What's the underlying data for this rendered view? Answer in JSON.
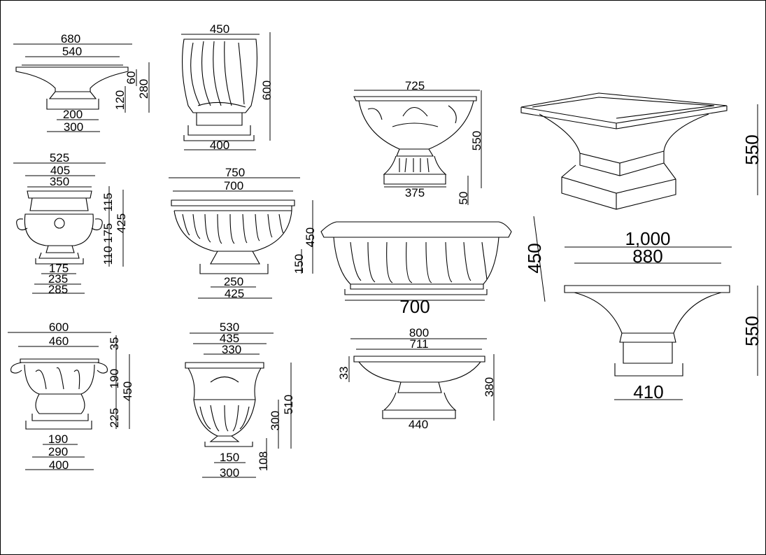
{
  "drawing": {
    "urn_shallow_bowl": {
      "w_outer": "680",
      "w_inner": "540",
      "base_w": "200",
      "foot_w": "300",
      "h_base": "120",
      "h_lip": "60",
      "h_total": "280"
    },
    "urn_acanthus_tall": {
      "w_top": "450",
      "w_base": "400",
      "h_total": "600"
    },
    "urn_footed_acanthus": {
      "w_top": "725",
      "w_base": "375",
      "h_total": "550",
      "h_plinth": "50"
    },
    "planter_square": {
      "h_total": "550"
    },
    "urn_handled": {
      "w_outer": "525",
      "w_mid": "405",
      "w_rim": "350",
      "h_top": "115",
      "h_mid": "175",
      "h_base": "110",
      "h_total": "425",
      "w_stem": "175",
      "w_foot": "235",
      "w_plinth": "285"
    },
    "urn_gadrooned": {
      "w_outer": "750",
      "w_inner": "700",
      "h_total": "450",
      "h_base": "150",
      "w_stem": "250",
      "w_foot": "425"
    },
    "trough_gadrooned": {
      "w_base": "700",
      "h_total": "450"
    },
    "urn_flared": {
      "w_outer": "1,000",
      "w_inner": "880",
      "h_total": "550",
      "w_base": "410"
    },
    "urn_capital": {
      "w_outer": "600",
      "w_inner": "460",
      "h_top": "35",
      "h_mid": "190",
      "h_base": "225",
      "h_total": "450",
      "w_stem": "190",
      "w_foot": "290",
      "w_plinth": "400"
    },
    "urn_campana": {
      "w_outer": "530",
      "w_mid": "435",
      "w_inner": "330",
      "h_total": "510",
      "h_body": "300",
      "h_foot": "108",
      "w_stem": "150",
      "w_foot": "300"
    },
    "urn_wide_shallow": {
      "w_outer": "800",
      "w_inner": "711",
      "h_rim": "33",
      "h_total": "380",
      "w_base": "440"
    }
  }
}
